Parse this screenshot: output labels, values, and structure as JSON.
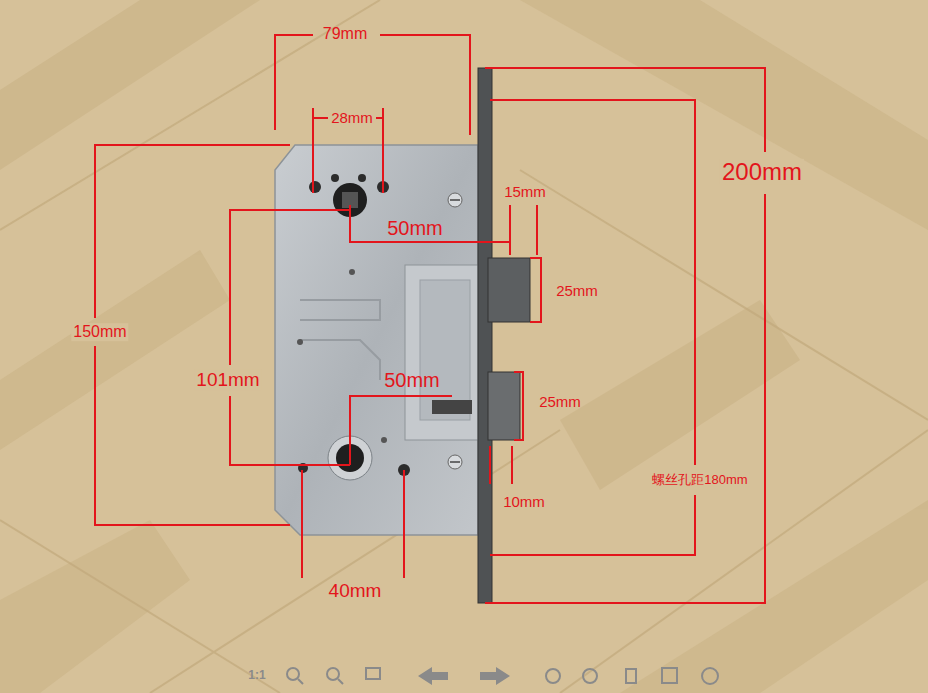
{
  "diagram": {
    "labels": [
      "79mm",
      "28mm",
      "200mm",
      "15mm",
      "50mm",
      "25mm",
      "150mm",
      "101mm",
      "50mm",
      "25mm",
      "螺丝孔距180mm",
      "10mm",
      "40mm",
      "1:1"
    ]
  }
}
